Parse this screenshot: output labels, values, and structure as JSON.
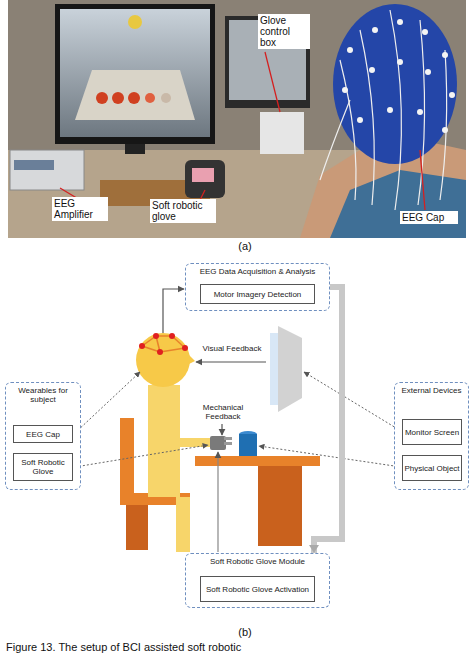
{
  "diagram": {
    "caption": "Figure 13. The setup of BCI assisted soft robotic",
    "nodes": [
      {
        "text": [
          "EEG Data Acquisition & Analysis"
        ]
      },
      {
        "text": [
          "Motor Imagery Detection"
        ],
        "in": 0
      },
      {
        "text": [
          "Wearables for subject"
        ]
      },
      {
        "text": [
          "EEG Cap"
        ],
        "in": 2
      },
      {
        "text": [
          "Soft Robotic Glove"
        ],
        "in": 2
      },
      {
        "text": [
          "External Devices"
        ]
      },
      {
        "text": [
          "Monitor Screen"
        ],
        "in": 5
      },
      {
        "text": [
          "Physical Object"
        ],
        "in": 5
      },
      {
        "text": [
          "Soft Robotic Glove Module"
        ]
      },
      {
        "text": [
          "Soft Robotic Glove Activation"
        ],
        "in": 8
      }
    ],
    "edges": [
      {
        "from": 0,
        "to": 8,
        "arrow": "to"
      }
    ],
    "labels": [
      "Glove control box",
      "EEG Amplifier",
      "Soft robotic glove",
      "EEG Cap",
      "(a)",
      "Visual Feedback",
      "Mechanical Feedback",
      "(b)"
    ]
  }
}
